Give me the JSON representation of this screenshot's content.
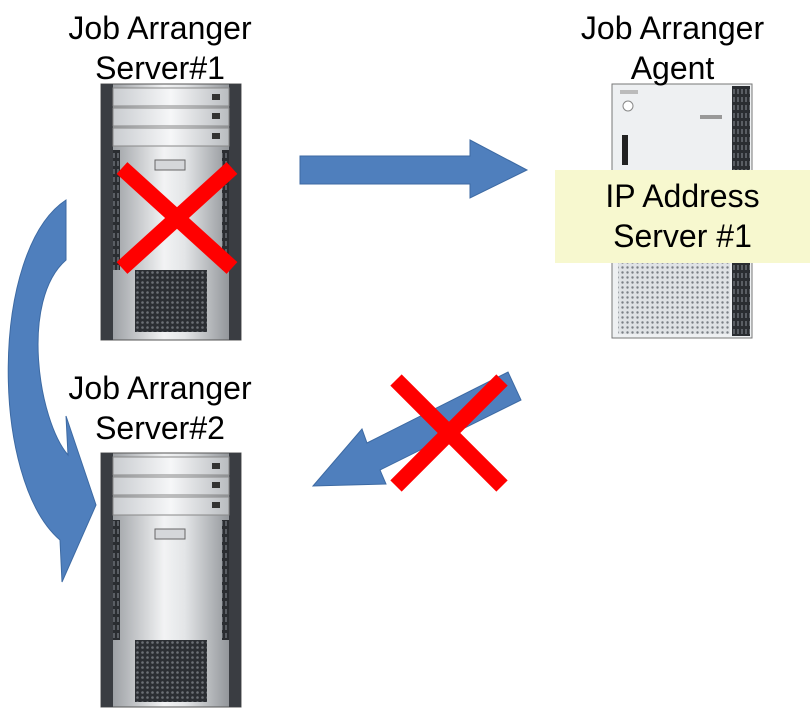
{
  "server1": {
    "line1": "Job Arranger",
    "line2": "Server#1"
  },
  "agent": {
    "line1": "Job Arranger",
    "line2": "Agent"
  },
  "server2": {
    "line1": "Job Arranger",
    "line2": "Server#2"
  },
  "ip_note": {
    "line1": "IP Address",
    "line2": "Server #1"
  },
  "colors": {
    "arrow": "#4f7fbd",
    "cross": "#ff0000",
    "note_bg": "#f7f8cf"
  }
}
